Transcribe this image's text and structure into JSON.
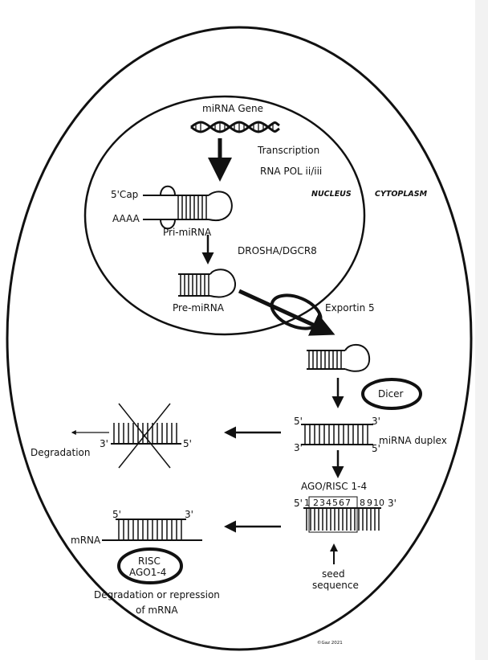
{
  "labels": {
    "mirna_gene": "miRNA Gene",
    "transcription": "Transcription",
    "rna_pol": "RNA POL ii/iii",
    "nucleus": "NUCLEUS",
    "cytoplasm": "CYTOPLASM",
    "cap": "5'Cap",
    "polya": "AAAA",
    "pri_mirna": "Pri-miRNA",
    "drosha": "DROSHA/DGCR8",
    "pre_mirna": "Pre-miRNA",
    "exportin": "Exportin 5",
    "dicer": "Dicer",
    "duplex": "miRNA duplex",
    "duplex_top_5": "5'",
    "duplex_top_3": "3'",
    "duplex_bot_3": "3'",
    "duplex_bot_5": "5'",
    "degradation": "Degradation",
    "deg_3": "3'",
    "deg_5": "5'",
    "ago_risc": "AGO/RISC 1-4",
    "guide_5": "5'",
    "guide_3": "3'",
    "seed_numbers": [
      "1",
      "2",
      "3",
      "4",
      "5",
      "6",
      "7",
      "8",
      "9",
      "10"
    ],
    "seed": "seed",
    "sequence": "sequence",
    "mrna_5": "5'",
    "mrna_3": "3'",
    "mrna": "mRNA",
    "risc": "RISC",
    "ago": "AGO1-4",
    "repression_line1": "Degradation or repression",
    "repression_line2": "of mRNA",
    "copyright": "©Gaz 2021"
  }
}
